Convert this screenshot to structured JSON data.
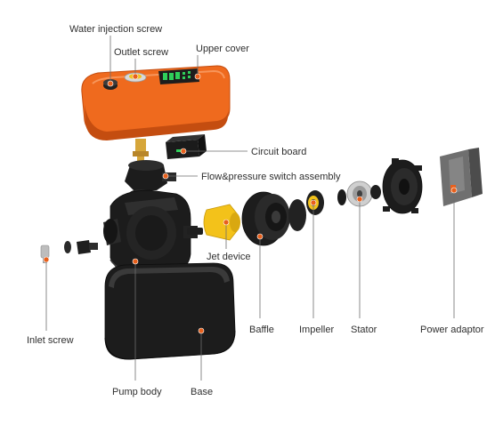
{
  "colors": {
    "accent": "#e8601c",
    "cover": "#ef6a1e",
    "cover_dark": "#c44d10",
    "part_dark": "#1c1c1c",
    "yellow": "#f3c21a",
    "display_green": "#2fd05a"
  },
  "labels": {
    "water_injection_screw": "Water injection screw",
    "outlet_screw": "Outlet screw",
    "upper_cover": "Upper cover",
    "circuit_board": "Circuit board",
    "flow_pressure_switch": "Flow&pressure switch assembly",
    "jet_device": "Jet device",
    "inlet_screw": "Inlet screw",
    "baffle": "Baffle",
    "impeller": "Impeller",
    "stator": "Stator",
    "power_adaptor": "Power adaptor",
    "pump_body": "Pump body",
    "base": "Base"
  }
}
